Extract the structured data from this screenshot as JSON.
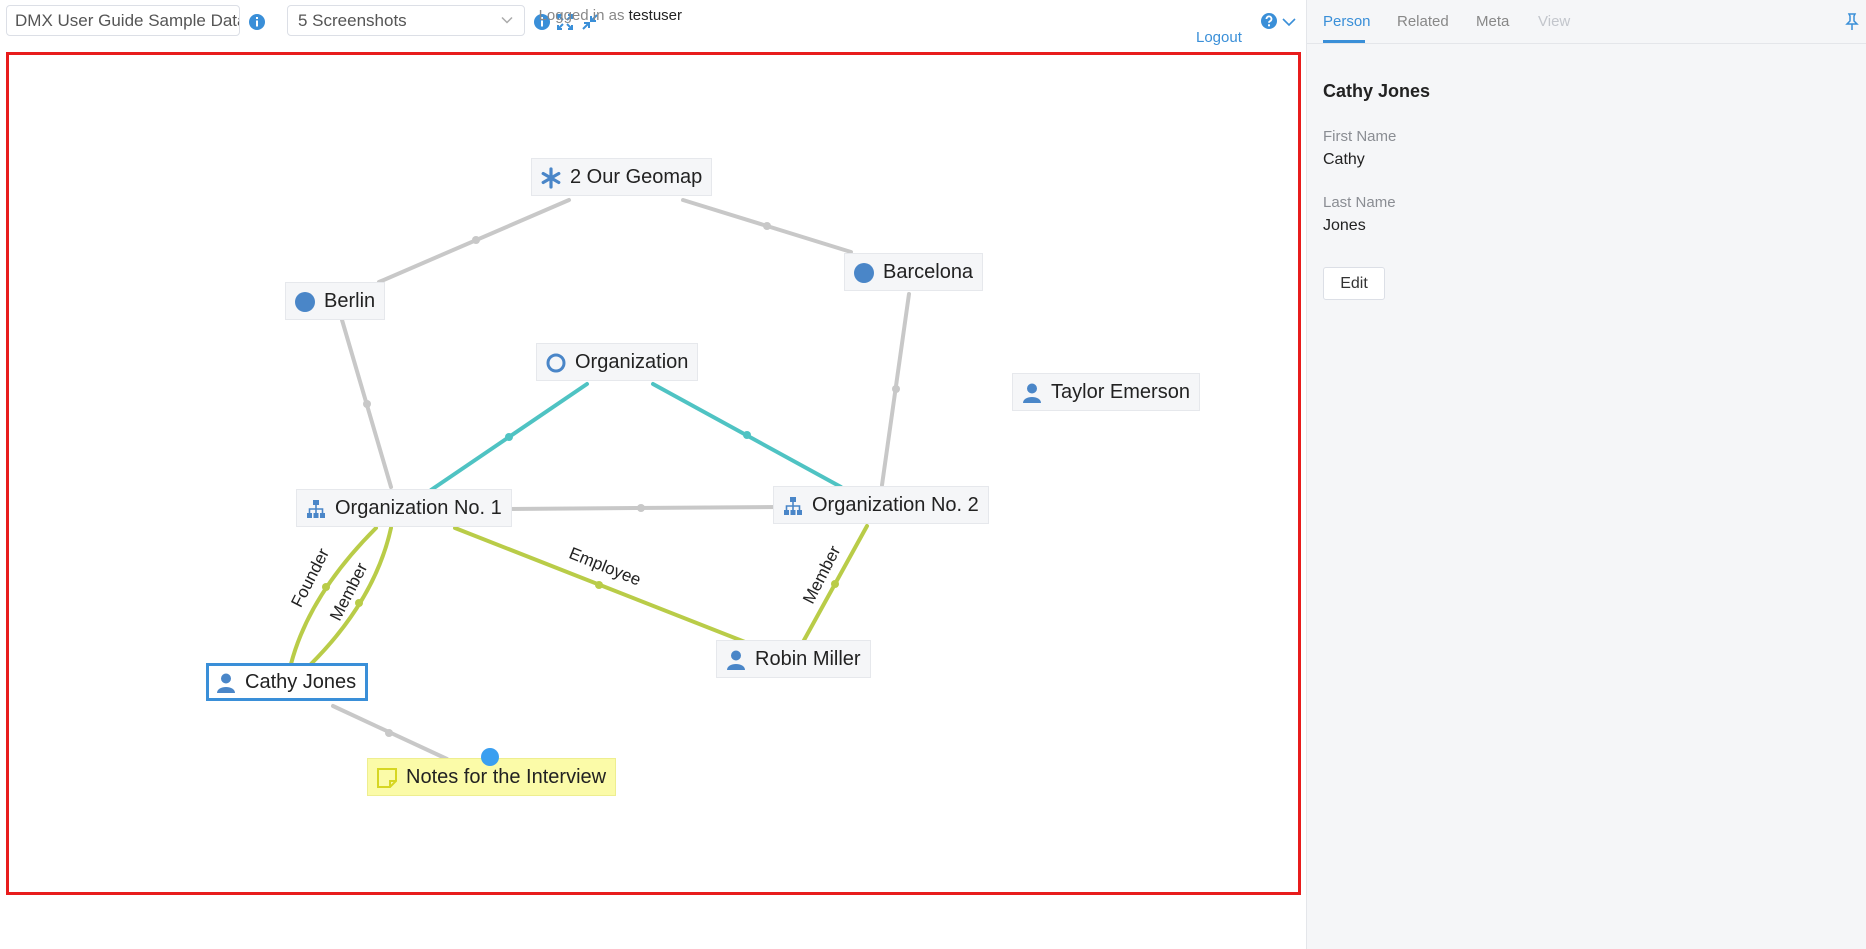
{
  "toolbar": {
    "workspace": "DMX User Guide Sample Data",
    "topicmap": "5 Screenshots",
    "logged_in_prefix": "Logged in as",
    "username": "testuser",
    "logout": "Logout"
  },
  "topicmap": {
    "nodes": {
      "geomap": "2 Our Geomap",
      "berlin": "Berlin",
      "barcelona": "Barcelona",
      "organization_type": "Organization",
      "taylor": "Taylor Emerson",
      "org1": "Organization No. 1",
      "org2": "Organization No. 2",
      "cathy": "Cathy Jones",
      "robin": "Robin Miller",
      "notes": "Notes for the Interview"
    },
    "assoc_labels": {
      "founder": "Founder",
      "member1": "Member",
      "employee": "Employee",
      "member2": "Member"
    },
    "colors": {
      "selection_border": "#3a8fd8",
      "canvas_border": "#e81c1c",
      "assoc_gray": "#c8c8c8",
      "assoc_teal": "#4fc3c3",
      "assoc_green": "#b9cc48",
      "icon_blue": "#4a86c8"
    }
  },
  "panel": {
    "tabs": [
      "Person",
      "Related",
      "Meta",
      "View"
    ],
    "title": "Cathy Jones",
    "fields": [
      {
        "label": "First Name",
        "value": "Cathy"
      },
      {
        "label": "Last Name",
        "value": "Jones"
      }
    ],
    "edit_label": "Edit"
  }
}
